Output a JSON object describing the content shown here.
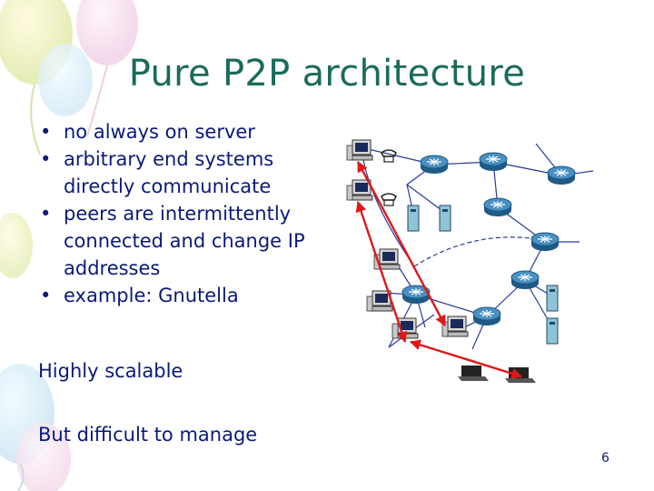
{
  "slide": {
    "title": "Pure P2P architecture",
    "bullets": [
      "no always on server",
      "arbitrary end systems directly communicate",
      "peers are intermittently connected and change IP addresses",
      "example: Gnutella"
    ],
    "note_scalable": "Highly scalable",
    "note_manage": "But difficult to manage",
    "page_number": "6"
  },
  "colors": {
    "title": "#1a6b5a",
    "body_text": "#0a1a7a",
    "peer_arrow": "#e01818",
    "router": "#2b6fa0",
    "link": "#2a3a9a"
  }
}
